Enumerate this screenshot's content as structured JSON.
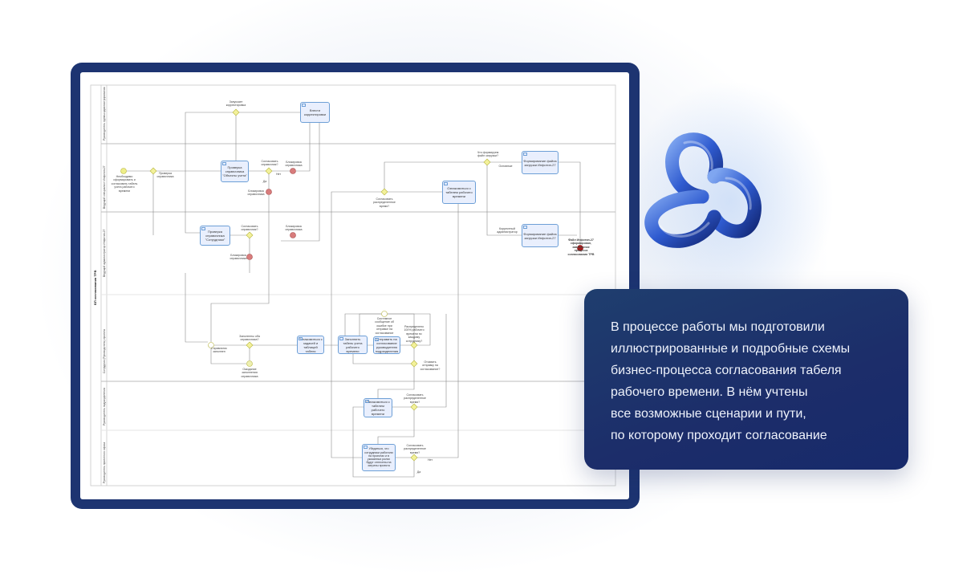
{
  "diagram": {
    "pool_title": "БП согласования ТРВ",
    "lanes": [
      "Руководитель группы администрирования",
      "Ведущий специалист Инфотип-27",
      "Ведущий администратор Инфотип-27",
      "Сотрудник (Руководитель) проекта",
      "Руководитель подразделения",
      "Руководитель проектного офиса"
    ],
    "tasks": {
      "t1": "Внести корректировки",
      "t2": "Проверка справочника \"Объекты учета\"",
      "t3": "Проверка справочника \"Сотрудники\"",
      "t4": "Ознакомиться с табелем рабочего времени",
      "t5": "Формирование файла загрузки Инфотип-27",
      "t6": "Формирование файла загрузки Инфотип-27",
      "t7": "Ознакомиться с задачей и таблицей табеля",
      "t8": "Заполнить табель учета рабочего времени",
      "t9": "Отправить на согласование руководителю подразделения",
      "t10": "Ознакомиться с табелем рабочего времени",
      "t11": "Убедиться, что сотрудники работали на проектах и в указанных ролях будут отнесены на затраты проекта"
    },
    "labels": {
      "l1": "Запускает корректировка",
      "l2": "Необходимо сформировать и согласовать табель учета рабочего времени",
      "l3": "Проверка справочника",
      "l4": "Согласовать справочник?",
      "l5": "Блокировка справочника",
      "l6": "Нет",
      "l7": "Да",
      "l8": "Блокировка справочника",
      "l9": "Согласовать справочник?",
      "l10": "Блокировка справочника",
      "l11": "Блокировка справочника",
      "l12": "Согласовать распределенное время?",
      "l13": "Что формируем файл загрузки?",
      "l14": "Основные",
      "l15": "Корректный администратор",
      "l16": "Файл Инфотип-27 сформирован, завершение процесса согласования ТРВ",
      "l17": "Справочник заполнен",
      "l18": "Заполнены оба справочника?",
      "l19": "Ожидание заполнения справочника",
      "l20": "Системное сообщение об ошибке при отправке на согласование",
      "l21": "Распределено 100% рабочего времени по каждому сотруднику?",
      "l22": "Отозвать отправку на согласование?",
      "l23": "Согласовать распределенное время?",
      "l24": "Согласовать распределенное время?",
      "l25": "Да",
      "l26": "Нет"
    }
  },
  "card": {
    "lines": [
      "В процессе работы мы подготовили",
      "иллюстрированные и подробные схемы",
      "бизнес-процесса согласования табеля",
      "рабочего времени. В нём учтены",
      "все возможные сценарии и пути,",
      "по которому проходит согласование"
    ]
  },
  "colors": {
    "frame": "#1d3471",
    "card": "#1c2d6a",
    "task_fill": "#e9effd",
    "gateway": "#f3f19a",
    "end_event": "#d87c7c"
  }
}
